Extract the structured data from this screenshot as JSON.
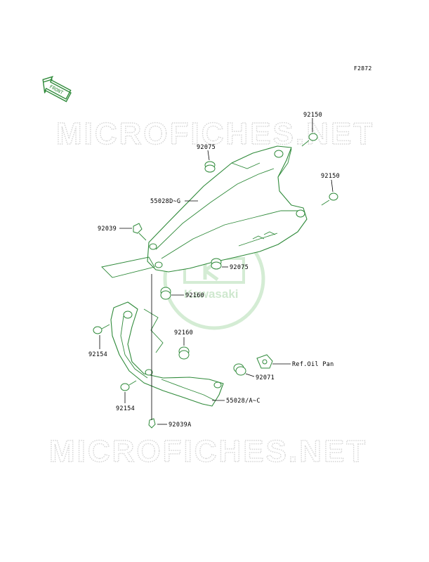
{
  "figure_code": "F2872",
  "front_arrow_label": "FRONT",
  "watermark_text": "MICROFICHES.NET",
  "logo_text": "Kawasaki",
  "colors": {
    "line": "#2f8a3a",
    "watermark": "#d4d4d4",
    "logo": "#cfe8cf",
    "text": "#000000"
  },
  "callouts": {
    "c92150_top": "92150",
    "c92075_top": "92075",
    "c92150_right": "92150",
    "c55028d": "55028D~G",
    "c92039": "92039",
    "c92075_mid": "92075",
    "c92160_a": "92160",
    "c92154_a": "92154",
    "c92160_b": "92160",
    "ref_oil_pan": "Ref.Oil Pan",
    "c92071": "92071",
    "c92154_b": "92154",
    "c55028a": "55028/A~C",
    "c92039a": "92039A"
  }
}
